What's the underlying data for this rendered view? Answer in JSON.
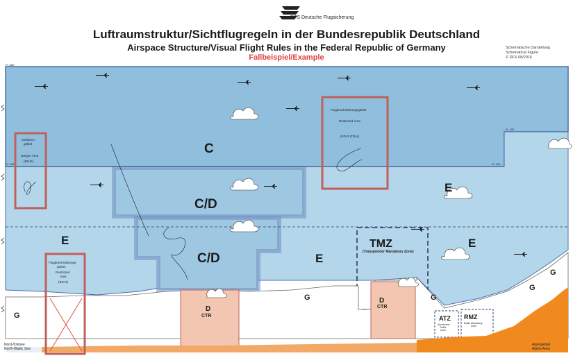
{
  "header": {
    "logo_text": "DFS Deutsche Flugsicherung",
    "title_de": "Luftraumstruktur/Sichtflugregeln in der Bundesrepublik Deutschland",
    "title_en": "Airspace Structure/Visual Flight Rules in the Federal Republic of Germany",
    "example": "Fallbeispiel/Example"
  },
  "note": {
    "line1": "Schematische Darstellung",
    "line2": "Schematical Figure",
    "line3": "© DFS 08/2016"
  },
  "colors": {
    "class_c": "#8fbfdc",
    "class_cd": "#9ec8e2",
    "class_e": "#b4d6ea",
    "ctr": "#f3c6b1",
    "terrain": "#f08a1e",
    "restricted": "#c0605a",
    "sea": "#e8f0f6"
  },
  "zones": {
    "c": "C",
    "cd_upper": "C/D",
    "cd_lower": "C/D",
    "e_left": "E",
    "e_mid": "E",
    "e_right_upper": "E",
    "e_right_lower": "E",
    "tmz": "TMZ",
    "g_left": "G",
    "g_mid": "G",
    "g_right_1": "G",
    "g_right_2": "G",
    "g_right_3": "G",
    "atz": "ATZ",
    "rmz": "RMZ",
    "ctr_left_class": "D",
    "ctr_left_name": "CTR",
    "ctr_right_class": "D",
    "ctr_right_name": "CTR"
  },
  "labels": {
    "fl100_left": "FL 100",
    "fl100_right": "FL 100",
    "fl100_mid": "FL 100",
    "fl_top": "FL 660",
    "fl_right_upper": "FL 100",
    "danger_de_1": "Gefahren-",
    "danger_de_2": "gebiet",
    "danger_en": "Danger Area",
    "danger_id": "(ED-D)",
    "restricted_top_de": "Flugbeschränkungsgebiet",
    "restricted_top_en": "Restricted Area",
    "restricted_top_id": "(ED-R (TRA))",
    "restricted_low_de_1": "Flugbeschränkungs-",
    "restricted_low_de_2": "gebiet",
    "restricted_low_en_1": "Restricted",
    "restricted_low_en_2": "Area",
    "restricted_low_id": "(ED-R)",
    "tmz_sub": "(Transponder Mandatory Zone)",
    "atz_sub_1": "Aerodrome",
    "atz_sub_2": "Traffic",
    "atz_sub_3": "Zone",
    "rmz_sub_1": "Radio Mandatory",
    "rmz_sub_2": "Zone",
    "sea_1": "Nord-/Ostsee",
    "sea_2": "North-/Baltic Sea",
    "alpine_1": "Alpengebiet",
    "alpine_2": "Alpine Area"
  }
}
